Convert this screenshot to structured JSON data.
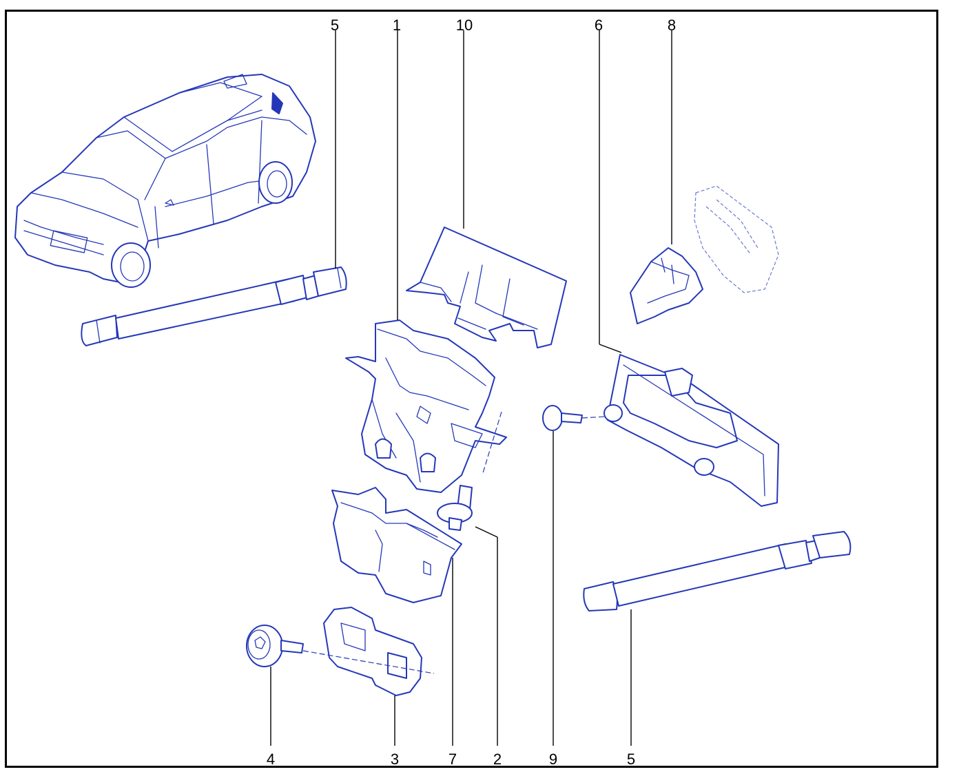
{
  "diagram": {
    "callouts": [
      {
        "id": "c5a",
        "label": "5"
      },
      {
        "id": "c1",
        "label": "1"
      },
      {
        "id": "c10",
        "label": "10"
      },
      {
        "id": "c6",
        "label": "6"
      },
      {
        "id": "c8",
        "label": "8"
      },
      {
        "id": "c4",
        "label": "4"
      },
      {
        "id": "c3",
        "label": "3"
      },
      {
        "id": "c7",
        "label": "7"
      },
      {
        "id": "c2",
        "label": "2"
      },
      {
        "id": "c9",
        "label": "9"
      },
      {
        "id": "c5b",
        "label": "5"
      }
    ],
    "colors": {
      "line": "#2437b8",
      "leader": "#000000",
      "frame": "#000000"
    }
  }
}
